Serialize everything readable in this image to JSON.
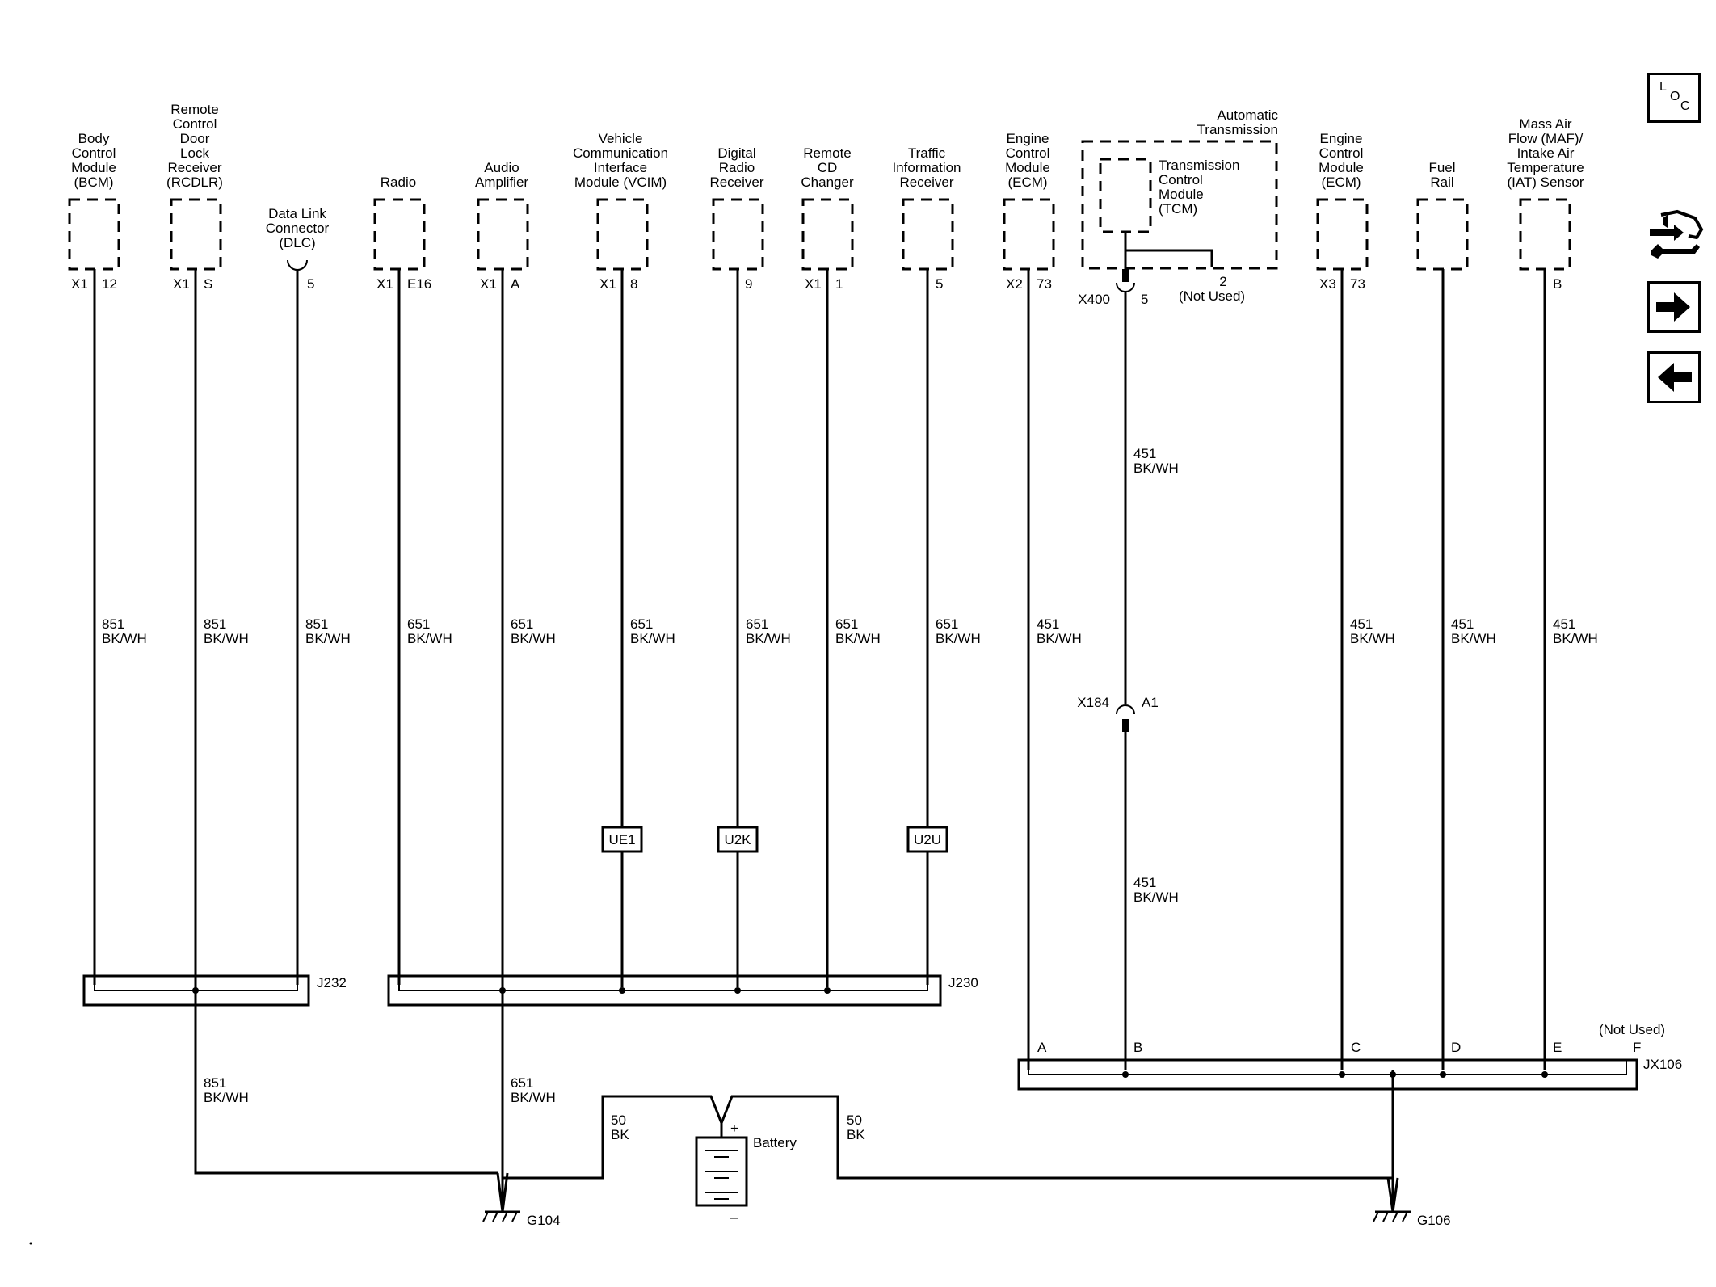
{
  "components": [
    {
      "id": "bcm",
      "lines": [
        "Body",
        "Control",
        "Module",
        "(BCM)"
      ],
      "conn": "X1",
      "pin": "12"
    },
    {
      "id": "rcdlr",
      "lines": [
        "Remote",
        "Control",
        "Door",
        "Lock",
        "Receiver",
        "(RCDLR)"
      ],
      "conn": "X1",
      "pin": "S"
    },
    {
      "id": "dlc",
      "lines": [
        "Data Link",
        "Connector",
        "(DLC)"
      ],
      "conn": "",
      "pin": "5"
    },
    {
      "id": "radio",
      "lines": [
        "Radio"
      ],
      "conn": "X1",
      "pin": "E16"
    },
    {
      "id": "amp",
      "lines": [
        "Audio",
        "Amplifier"
      ],
      "conn": "X1",
      "pin": "A"
    },
    {
      "id": "vcim",
      "lines": [
        "Vehicle",
        "Communication",
        "Interface",
        "Module (VCIM)"
      ],
      "conn": "X1",
      "pin": "8"
    },
    {
      "id": "drr",
      "lines": [
        "Digital",
        "Radio",
        "Receiver"
      ],
      "conn": "",
      "pin": "9"
    },
    {
      "id": "cdc",
      "lines": [
        "Remote",
        "CD",
        "Changer"
      ],
      "conn": "X1",
      "pin": "1"
    },
    {
      "id": "tir",
      "lines": [
        "Traffic",
        "Information",
        "Receiver"
      ],
      "conn": "",
      "pin": "5"
    },
    {
      "id": "ecm1",
      "lines": [
        "Engine",
        "Control",
        "Module",
        "(ECM)"
      ],
      "conn": "X2",
      "pin": "73"
    },
    {
      "id": "ecm2",
      "lines": [
        "Engine",
        "Control",
        "Module",
        "(ECM)"
      ],
      "conn": "X3",
      "pin": "73"
    },
    {
      "id": "fuel",
      "lines": [
        "Fuel",
        "Rail"
      ],
      "conn": "",
      "pin": ""
    },
    {
      "id": "maf",
      "lines": [
        "Mass Air",
        "Flow (MAF)/",
        "Intake Air",
        "Temperature",
        "(IAT) Sensor"
      ],
      "conn": "",
      "pin": "B"
    }
  ],
  "transmission": {
    "outer_lines": [
      "Automatic",
      "Transmission"
    ],
    "inner_lines": [
      "Transmission",
      "Control",
      "Module",
      "(TCM)"
    ],
    "pin2": "2",
    "not_used": "(Not Used)",
    "connector": "X400",
    "pin": "5"
  },
  "wire_labels": [
    {
      "id": "w-bcm",
      "circuit": "851",
      "color": "BK/WH"
    },
    {
      "id": "w-rcdlr",
      "circuit": "851",
      "color": "BK/WH"
    },
    {
      "id": "w-dlc",
      "circuit": "851",
      "color": "BK/WH"
    },
    {
      "id": "w-radio",
      "circuit": "651",
      "color": "BK/WH"
    },
    {
      "id": "w-amp",
      "circuit": "651",
      "color": "BK/WH"
    },
    {
      "id": "w-vcim",
      "circuit": "651",
      "color": "BK/WH"
    },
    {
      "id": "w-drr",
      "circuit": "651",
      "color": "BK/WH"
    },
    {
      "id": "w-cdc",
      "circuit": "651",
      "color": "BK/WH"
    },
    {
      "id": "w-tir",
      "circuit": "651",
      "color": "BK/WH"
    },
    {
      "id": "w-ecm1",
      "circuit": "451",
      "color": "BK/WH"
    },
    {
      "id": "w-tcm-top",
      "circuit": "451",
      "color": "BK/WH"
    },
    {
      "id": "w-tcm-bot",
      "circuit": "451",
      "color": "BK/WH"
    },
    {
      "id": "w-ecm2",
      "circuit": "451",
      "color": "BK/WH"
    },
    {
      "id": "w-fuel",
      "circuit": "451",
      "color": "BK/WH"
    },
    {
      "id": "w-maf",
      "circuit": "451",
      "color": "BK/WH"
    },
    {
      "id": "w-g104",
      "circuit": "851",
      "color": "BK/WH"
    },
    {
      "id": "w-g104b",
      "circuit": "651",
      "color": "BK/WH"
    },
    {
      "id": "w-batt-l",
      "circuit": "50",
      "color": "BK"
    },
    {
      "id": "w-batt-r",
      "circuit": "50",
      "color": "BK"
    }
  ],
  "inline_connector": {
    "name": "X184",
    "pin": "A1"
  },
  "splice_boxes": [
    "UE1",
    "U2K",
    "U2U"
  ],
  "splice_packs": {
    "j232": "J232",
    "j230": "J230",
    "jx106": "JX106"
  },
  "jx106_pins": [
    "A",
    "B",
    "C",
    "D",
    "E",
    "F"
  ],
  "jx106_not_used": "(Not Used)",
  "battery": {
    "label": "Battery",
    "plus": "+",
    "minus": "–"
  },
  "grounds": {
    "g104": "G104",
    "g106": "G106"
  },
  "nav": {
    "loc_letters": [
      "L",
      "O",
      "C"
    ],
    "icons": [
      "location-icon",
      "wrench-car-icon",
      "arrow-right-icon",
      "arrow-left-icon"
    ]
  }
}
